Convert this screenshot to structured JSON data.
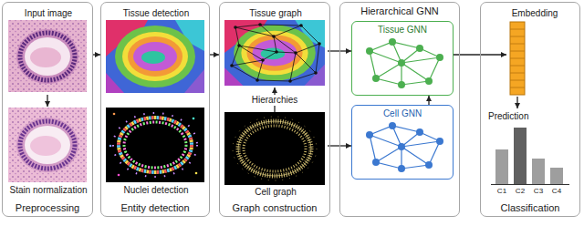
{
  "diagram": {
    "nodes": [
      {
        "text": [
          "Preprocessing"
        ]
      },
      {
        "text": [
          "Input image"
        ],
        "in": 0
      },
      {
        "text": [
          "Stain normalization"
        ],
        "in": 0
      },
      {
        "text": [
          "Entity detection"
        ]
      },
      {
        "text": [
          "Tissue detection"
        ],
        "in": 3
      },
      {
        "text": [
          "Nuclei detection"
        ],
        "in": 3
      },
      {
        "text": [
          "Graph construction"
        ]
      },
      {
        "text": [
          "Tissue graph"
        ],
        "in": 6
      },
      {
        "text": [
          "Cell graph"
        ],
        "in": 6
      },
      {
        "text": [
          "Hierarchical GNN"
        ]
      },
      {
        "text": [
          "Tissue GNN"
        ],
        "in": 9
      },
      {
        "text": [
          "Cell GNN"
        ],
        "in": 9
      },
      {
        "text": [
          "Classification"
        ]
      },
      {
        "text": [
          "Embedding"
        ],
        "in": 12
      },
      {
        "text": [
          "Prediction"
        ],
        "in": 12
      }
    ],
    "edges": [
      {
        "from": 1,
        "to": 2,
        "arrow": "to"
      },
      {
        "from": 0,
        "to": 3,
        "arrow": "to"
      },
      {
        "from": 3,
        "to": 6,
        "arrow": "to"
      },
      {
        "from": 8,
        "to": 7,
        "arrow": "to",
        "label": "Hierarchies"
      },
      {
        "from": 7,
        "to": 10,
        "arrow": "to"
      },
      {
        "from": 8,
        "to": 11,
        "arrow": "to"
      },
      {
        "from": 11,
        "to": 10,
        "arrow": "to"
      },
      {
        "from": 10,
        "to": 13,
        "arrow": "to"
      },
      {
        "from": 13,
        "to": 14,
        "arrow": "to"
      }
    ],
    "labels": [
      "C1",
      "C2",
      "C3",
      "C4"
    ]
  }
}
